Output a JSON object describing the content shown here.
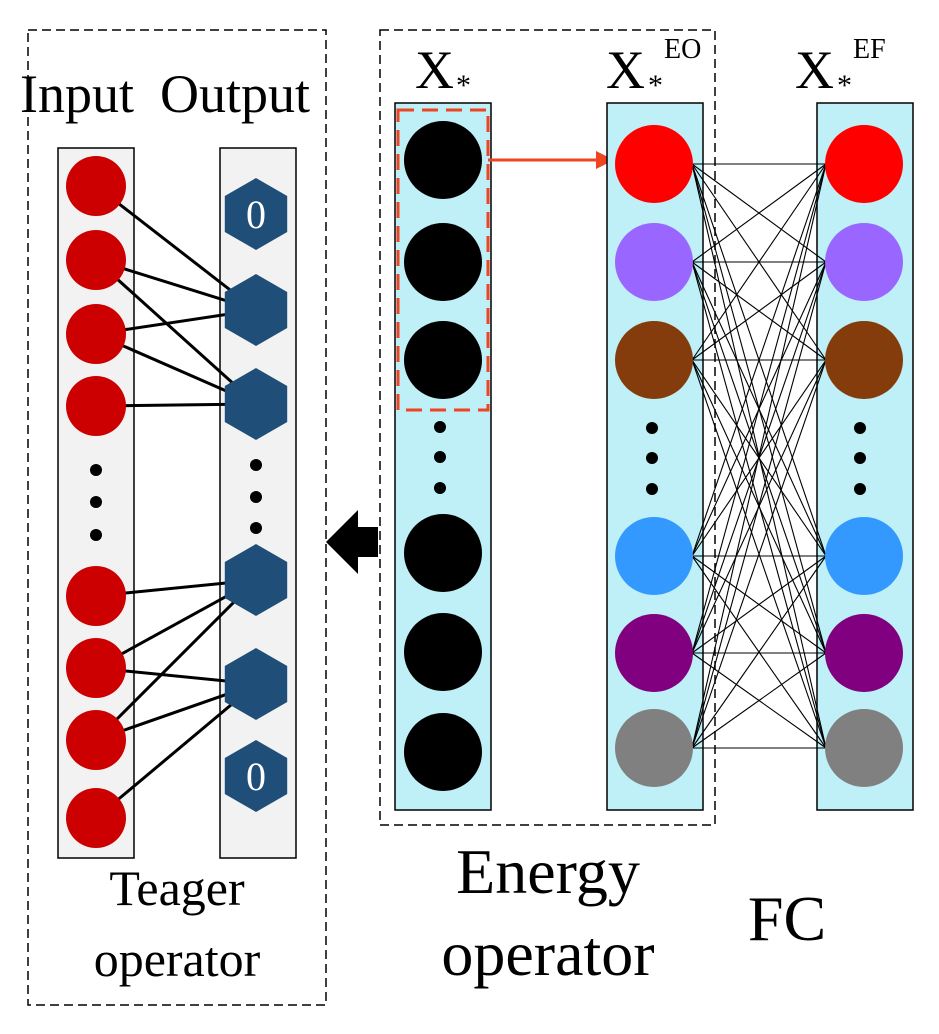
{
  "teager": {
    "input_label": "Input",
    "output_label": "Output",
    "caption_line1": "Teager",
    "caption_line2": "operator",
    "zero_top": "0",
    "zero_bottom": "0",
    "node_color": "#cc0000",
    "hex_color": "#1f4e79"
  },
  "energy": {
    "x_label": "X",
    "x_sub": "*",
    "caption_line1": "Energy",
    "caption_line2": "operator",
    "node_color": "#000000",
    "column_fill": "#bff0f7",
    "selection_color": "#ee4422"
  },
  "eo": {
    "x_label": "X",
    "x_sub": "*",
    "x_sup": "EO"
  },
  "ef": {
    "x_label": "X",
    "x_sub": "*",
    "x_sup": "EF"
  },
  "fc_label": "FC",
  "node_colors": [
    "#ff0000",
    "#9966ff",
    "#843c0c",
    "#3399ff",
    "#800080",
    "#808080"
  ]
}
